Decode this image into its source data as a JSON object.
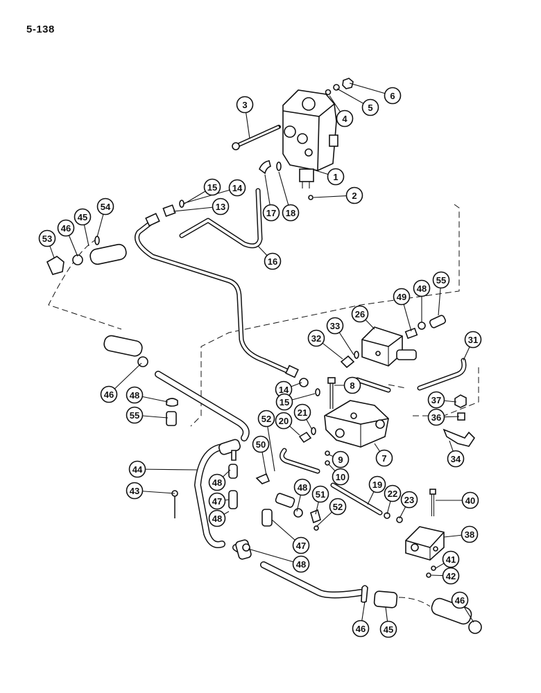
{
  "page": {
    "number": "5-138"
  },
  "callouts": [
    {
      "label": "1"
    },
    {
      "label": "2"
    },
    {
      "label": "3"
    },
    {
      "label": "4"
    },
    {
      "label": "5"
    },
    {
      "label": "6"
    },
    {
      "label": "13"
    },
    {
      "label": "14"
    },
    {
      "label": "15"
    },
    {
      "label": "16"
    },
    {
      "label": "17"
    },
    {
      "label": "18"
    },
    {
      "label": "54"
    },
    {
      "label": "45"
    },
    {
      "label": "46"
    },
    {
      "label": "53"
    },
    {
      "label": "48"
    },
    {
      "label": "55"
    },
    {
      "label": "49"
    },
    {
      "label": "26"
    },
    {
      "label": "33"
    },
    {
      "label": "32"
    },
    {
      "label": "31"
    },
    {
      "label": "14"
    },
    {
      "label": "8"
    },
    {
      "label": "15"
    },
    {
      "label": "21"
    },
    {
      "label": "20"
    },
    {
      "label": "37"
    },
    {
      "label": "36"
    },
    {
      "label": "34"
    },
    {
      "label": "7"
    },
    {
      "label": "52"
    },
    {
      "label": "50"
    },
    {
      "label": "9"
    },
    {
      "label": "10"
    },
    {
      "label": "19"
    },
    {
      "label": "46"
    },
    {
      "label": "48"
    },
    {
      "label": "55"
    },
    {
      "label": "44"
    },
    {
      "label": "48"
    },
    {
      "label": "47"
    },
    {
      "label": "48"
    },
    {
      "label": "43"
    },
    {
      "label": "48"
    },
    {
      "label": "51"
    },
    {
      "label": "22"
    },
    {
      "label": "23"
    },
    {
      "label": "40"
    },
    {
      "label": "52"
    },
    {
      "label": "38"
    },
    {
      "label": "47"
    },
    {
      "label": "48"
    },
    {
      "label": "41"
    },
    {
      "label": "42"
    },
    {
      "label": "46"
    },
    {
      "label": "45"
    },
    {
      "label": "46"
    }
  ]
}
